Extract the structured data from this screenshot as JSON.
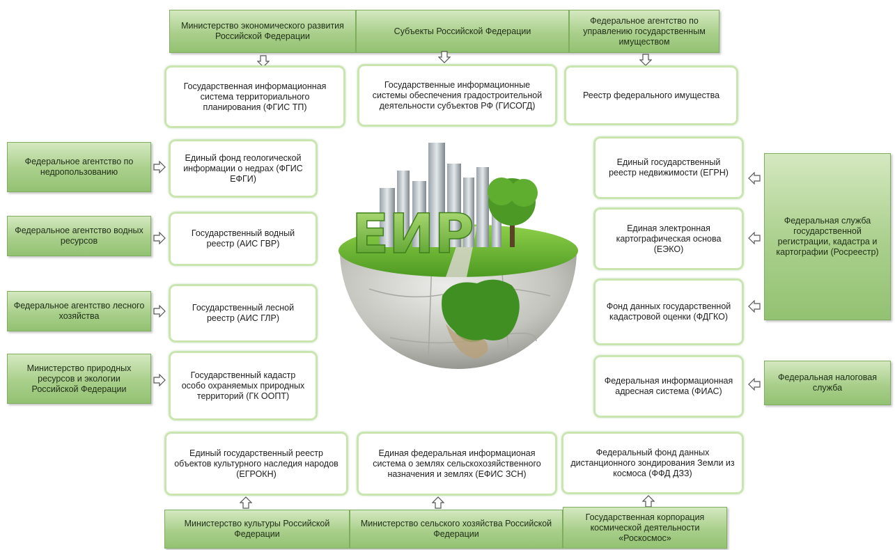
{
  "agencies": {
    "top": [
      "Министерство экономического развития Российской Федерации",
      "Субъекты Российской Федерации",
      "Федеральное агентство по управлению государственным имуществом"
    ],
    "left": [
      "Федеральное агентство по недропользованию",
      "Федеральное агентство водных ресурсов",
      "Федеральное агентство лесного хозяйства",
      "Министерство природных ресурсов и экологии Российской Федерации"
    ],
    "right": [
      "Федеральная служба государственной регистрации, кадастра и картографии (Росреестр)",
      "Федеральная налоговая служба"
    ],
    "bottom": [
      "Министерство культуры Российской Федерации",
      "Министерство сельского хозяйства Российской Федерации",
      "Государственная корпорация космической деятельности «Роскосмос»"
    ]
  },
  "systems": {
    "top": [
      "Государственная информационная система территориального планирования (ФГИС ТП)",
      "Государственные информационные системы обеспечения градостроительной деятельности субъектов РФ (ГИСОГД)",
      "Реестр федерального имущества"
    ],
    "left": [
      "Единый фонд геологической информации о недрах (ФГИС ЕФГИ)",
      "Государственный водный реестр (АИС ГВР)",
      "Государственный лесной реестр (АИС ГЛР)",
      "Государственный кадастр особо охраняемых природных территорий (ГК ООПТ)"
    ],
    "right": [
      "Единый государственный реестр недвижимости (ЕГРН)",
      "Единая электронная картографическая основа (ЕЭКО)",
      "Фонд данных государственной кадастровой оценки (ФДГКО)",
      "Федеральная информационная адресная система (ФИАС)"
    ],
    "bottom": [
      "Единый государственный реестр объектов культурного наследия народов (ЕГРОКН)",
      "Единая федеральная информационая система о землях сельскохозяйственного назначения и землях (ЕФИС ЗСН)",
      "Федеральный фонд данных дистанционного зондирования Земли из космоса (ФФД ДЗЗ)"
    ]
  },
  "center": {
    "logo_text": "ЕИР"
  },
  "colors": {
    "agency_fill": "#a9cf8b",
    "system_border": "#c9e6b0",
    "grass": "#6fb13a",
    "sphere": "#c9c9c4"
  },
  "icons": {
    "arrow": "hollow-arrow-icon",
    "center": "hemisphere-city-illustration"
  }
}
